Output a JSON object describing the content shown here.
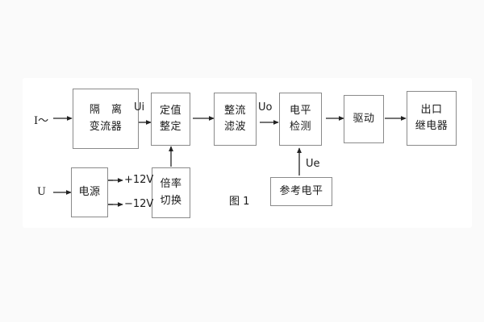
{
  "figure": {
    "caption": "图 1",
    "background_color": "#fafafa",
    "panel_color": "#ffffff",
    "box_border_color": "#8a8a8a",
    "line_color": "#222222"
  },
  "blocks": [
    {
      "id": "isolation-ct",
      "lines": [
        "隔 离",
        "变流器"
      ]
    },
    {
      "id": "setting",
      "lines": [
        "定值",
        "整定"
      ]
    },
    {
      "id": "rectify-filter",
      "lines": [
        "整流",
        "滤波"
      ]
    },
    {
      "id": "level-detect",
      "lines": [
        "电平",
        "检测"
      ]
    },
    {
      "id": "drive",
      "lines": [
        "驱动"
      ]
    },
    {
      "id": "output-relay",
      "lines": [
        "出口",
        "继电器"
      ]
    },
    {
      "id": "power-supply",
      "lines": [
        "电源"
      ]
    },
    {
      "id": "ratio-switch",
      "lines": [
        "倍率",
        "切换"
      ]
    },
    {
      "id": "reference-level",
      "lines": [
        "参考电平"
      ]
    }
  ],
  "signals": {
    "current_input": "I～",
    "voltage_input": "U",
    "ui": "Ui",
    "uo": "Uo",
    "ue": "Ue",
    "supply_positive": "+12V",
    "supply_negative": "−12V"
  }
}
